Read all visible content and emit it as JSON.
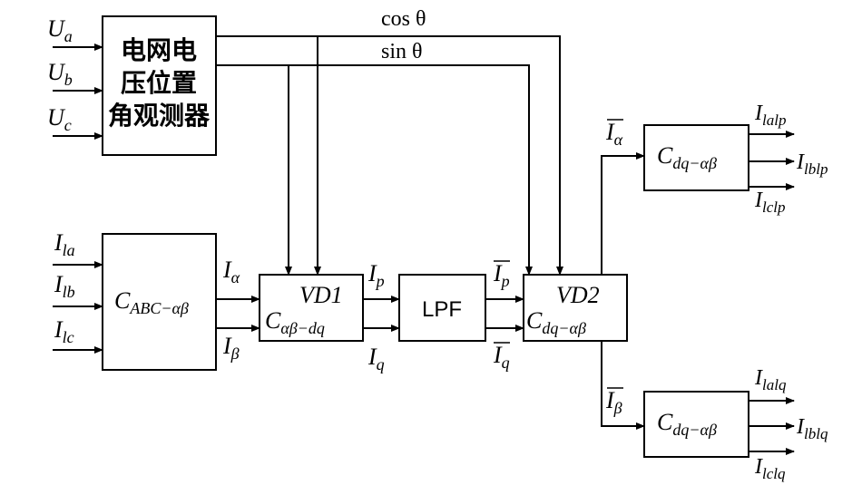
{
  "observer": {
    "lines": [
      "电网电",
      "压位置",
      "角观测器"
    ]
  },
  "signals": {
    "cos": "cos θ",
    "sin": "sin θ"
  },
  "inputs": {
    "voltage": [
      {
        "main": "U",
        "sub": "a"
      },
      {
        "main": "U",
        "sub": "b"
      },
      {
        "main": "U",
        "sub": "c"
      }
    ],
    "current": [
      {
        "main": "I",
        "sub": "la"
      },
      {
        "main": "I",
        "sub": "lb"
      },
      {
        "main": "I",
        "sub": "lc"
      }
    ]
  },
  "blocks": {
    "clarke": {
      "main": "C",
      "sub": "ABC−αβ"
    },
    "vd1": {
      "title": "VD1",
      "main": "C",
      "sub": "αβ−dq"
    },
    "lpf": {
      "label": "LPF"
    },
    "vd2": {
      "title": "VD2",
      "main": "C",
      "sub": "dq−αβ"
    },
    "inv_top": {
      "main": "C",
      "sub": "dq−αβ"
    },
    "inv_bottom": {
      "main": "C",
      "sub": "dq−αβ"
    }
  },
  "wire_labels": {
    "i_alpha": {
      "main": "I",
      "sub": "α"
    },
    "i_beta": {
      "main": "I",
      "sub": "β"
    },
    "i_p": {
      "main": "I",
      "sub": "p"
    },
    "i_q": {
      "main": "I",
      "sub": "q"
    },
    "i_p_bar": {
      "main": "I",
      "sub": "p"
    },
    "i_q_bar": {
      "main": "I",
      "sub": "q"
    },
    "i_alpha_bar": {
      "main": "I",
      "sub": "α"
    },
    "i_beta_bar": {
      "main": "I",
      "sub": "β"
    }
  },
  "outputs": {
    "top": [
      {
        "main": "I",
        "sub": "lalp"
      },
      {
        "main": "I",
        "sub": "lblp"
      },
      {
        "main": "I",
        "sub": "lclp"
      }
    ],
    "bottom": [
      {
        "main": "I",
        "sub": "lalq"
      },
      {
        "main": "I",
        "sub": "lblq"
      },
      {
        "main": "I",
        "sub": "lclq"
      }
    ]
  }
}
